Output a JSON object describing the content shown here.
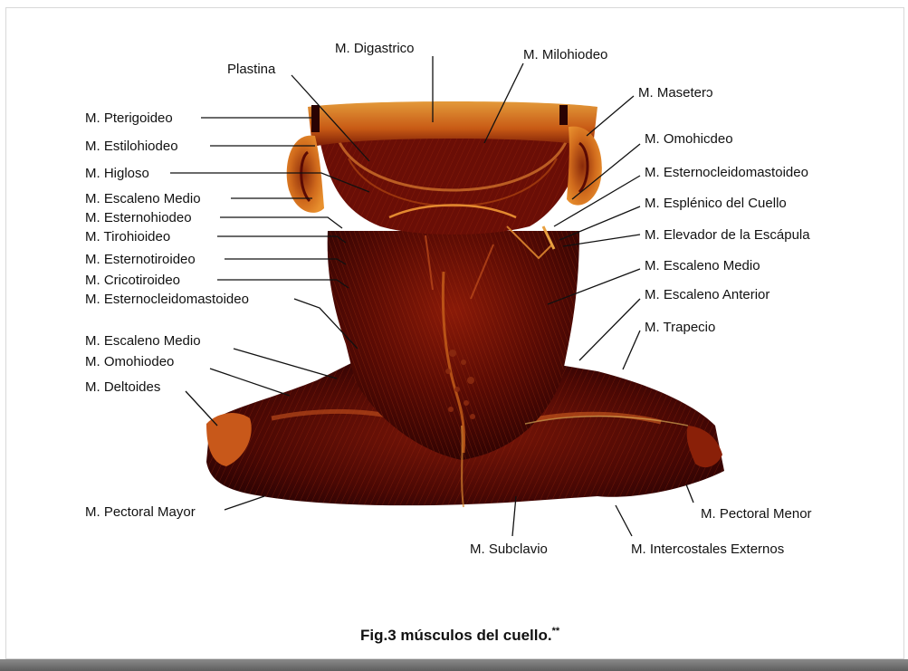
{
  "figure": {
    "caption": "Fig.3 músculos del cuello.",
    "caption_mark": "**",
    "colors": {
      "muscle_dark": "#3a0505",
      "muscle_mid": "#7a1408",
      "muscle_light": "#c24a12",
      "skin_orange": "#d9731c",
      "frame_border": "#d8d8d8",
      "bottom_bar": "#6e6e6e"
    }
  },
  "labels": {
    "plastina": "Plastina",
    "digastrico": "M. Digastrico",
    "milohiodeo": "M. Milohiodeo",
    "masetero": "M. Maseterɔ",
    "pterigoideo": "M. Pterigoideo",
    "estilohiodeo": "M. Estilohiodeo",
    "higloso": "M. Higloso",
    "escaleno_medio_l": "M. Escaleno Medio",
    "esternohiodeo": "M. Esternohiodeo",
    "tirohioideo": "M. Tirohioideo",
    "esternotiroideo": "M. Esternotiroideo",
    "cricotiroideo": "M. Cricotiroideo",
    "esternocleido_l": "M. Esternocleidomastoideo",
    "escaleno_medio_l2": "M. Escaleno Medio",
    "omohiodeo_l": "M. Omohiodeo",
    "deltoides": "M. Deltoides",
    "pectoral_mayor": "M. Pectoral Mayor",
    "omohioideo_r": "M. Omohicdeo",
    "esternocleido_r": "M. Esternocleidomastoideo",
    "esplenico": "M. Esplénico del Cuello",
    "elevador": "M. Elevador de la Escápula",
    "escaleno_medio_r": "M. Escaleno Medio",
    "escaleno_anterior": "M. Escaleno Anterior",
    "trapecio": "M. Trapecio",
    "pectoral_menor": "M. Pectoral Menor",
    "subclavio": "M. Subclavio",
    "intercostales": "M. Intercostales Externos"
  }
}
